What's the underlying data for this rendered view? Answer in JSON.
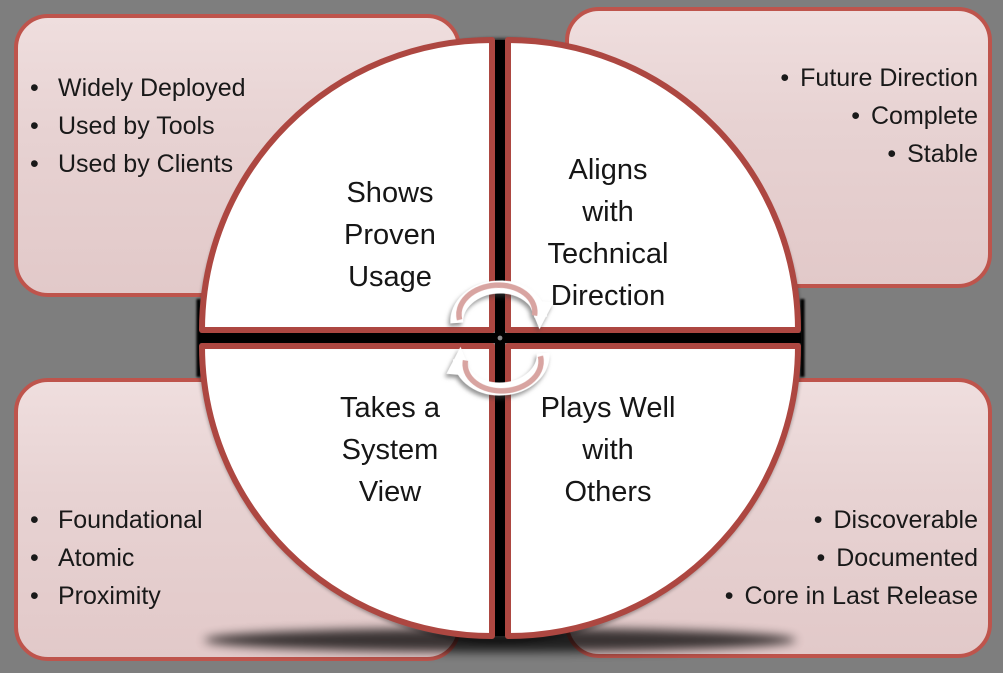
{
  "diagram_type": "cycle-quadrant-smartart",
  "bullet_char": "•",
  "colors": {
    "background": "#7E7E7E",
    "corner_box_fill_top": "#EFDEDE",
    "corner_box_fill_bottom": "#E2C9C9",
    "corner_box_border": "#BE544C",
    "quadrant_fill": "#FFFFFF",
    "quadrant_border": "#AD4741",
    "divider_black": "#000000",
    "arrow_white": "#FFFFFF",
    "arrow_pink": "#D8A4A1",
    "text": "#1b1b1b"
  },
  "corner_boxes": {
    "top_left": {
      "align": "left",
      "items": [
        "Widely Deployed",
        "Used by Tools",
        "Used by Clients"
      ]
    },
    "top_right": {
      "align": "right",
      "items": [
        "Future Direction",
        "Complete",
        "Stable"
      ]
    },
    "bottom_left": {
      "align": "left",
      "items": [
        "Foundational",
        "Atomic",
        "Proximity"
      ]
    },
    "bottom_right": {
      "align": "right",
      "items": [
        "Discoverable",
        "Documented",
        "Core in Last Release"
      ]
    }
  },
  "quadrants": {
    "top_left": {
      "label": "Shows Proven Usage",
      "lines": [
        "Shows",
        "Proven",
        "Usage"
      ]
    },
    "top_right": {
      "label": "Aligns with Technical Direction",
      "lines": [
        "Aligns",
        "with",
        "Technical",
        "Direction"
      ]
    },
    "bottom_left": {
      "label": "Takes a System View",
      "lines": [
        "Takes a",
        "System",
        "View"
      ]
    },
    "bottom_right": {
      "label": "Plays Well with Others",
      "lines": [
        "Plays Well",
        "with",
        "Others"
      ]
    }
  },
  "center": {
    "icon": "cycle-arrows-icon"
  }
}
